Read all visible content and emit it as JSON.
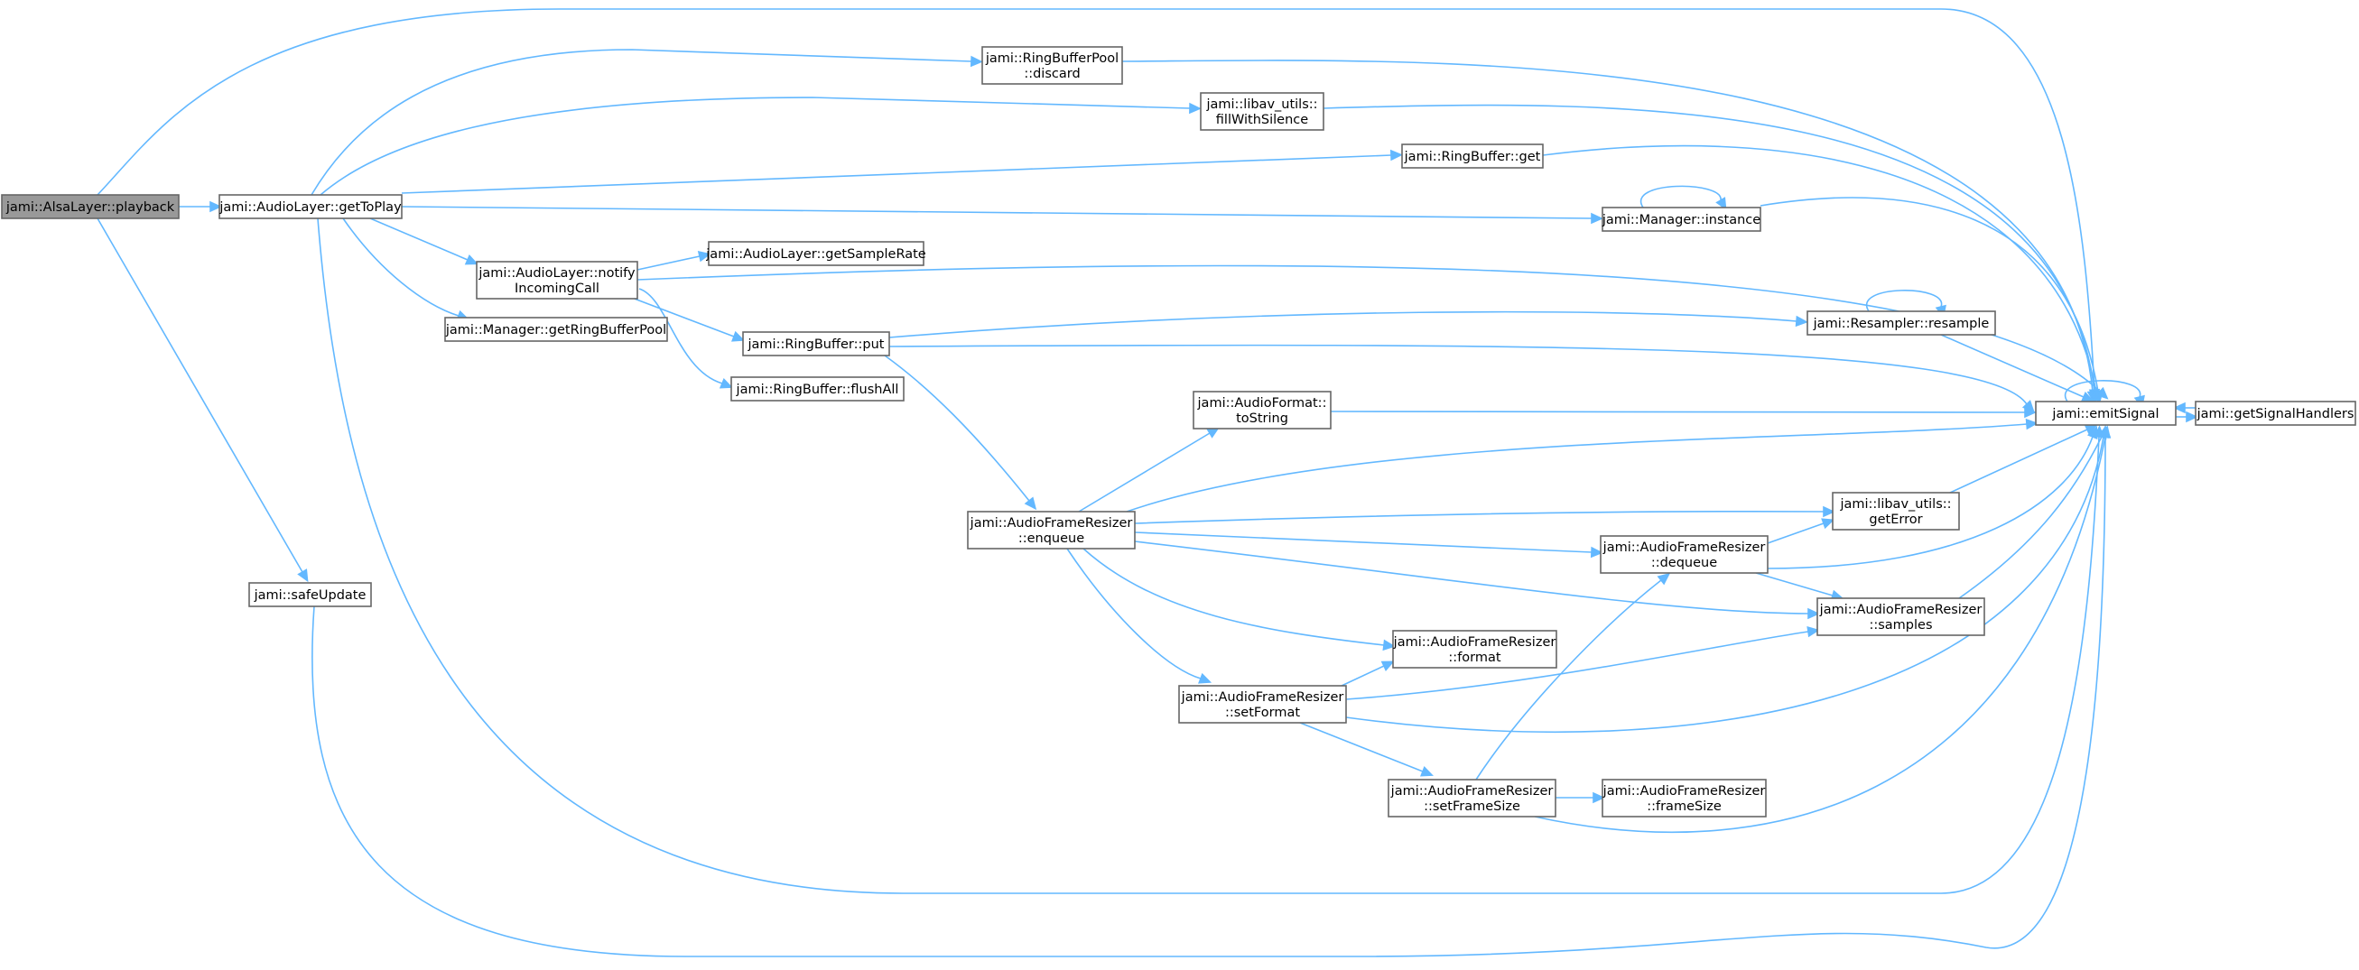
{
  "diagram": {
    "nodes": [
      {
        "id": "playback",
        "lines": [
          "jami::AlsaLayer::playback"
        ],
        "root": true
      },
      {
        "id": "getToPlay",
        "lines": [
          "jami::AudioLayer::getToPlay"
        ]
      },
      {
        "id": "safeUpdate",
        "lines": [
          "jami::safeUpdate"
        ]
      },
      {
        "id": "discard",
        "lines": [
          "jami::RingBufferPool",
          "::discard"
        ]
      },
      {
        "id": "fillWithSilence",
        "lines": [
          "jami::libav_utils::",
          "fillWithSilence"
        ]
      },
      {
        "id": "rbGet",
        "lines": [
          "jami::RingBuffer::get"
        ]
      },
      {
        "id": "instance",
        "lines": [
          "jami::Manager::instance"
        ]
      },
      {
        "id": "notifyIncomingCall",
        "lines": [
          "jami::AudioLayer::notify",
          "IncomingCall"
        ]
      },
      {
        "id": "getSampleRate",
        "lines": [
          "jami::AudioLayer::getSampleRate"
        ]
      },
      {
        "id": "getRingBufferPool",
        "lines": [
          "jami::Manager::getRingBufferPool"
        ]
      },
      {
        "id": "rbPut",
        "lines": [
          "jami::RingBuffer::put"
        ]
      },
      {
        "id": "flushAll",
        "lines": [
          "jami::RingBuffer::flushAll"
        ]
      },
      {
        "id": "resample",
        "lines": [
          "jami::Resampler::resample"
        ]
      },
      {
        "id": "toString",
        "lines": [
          "jami::AudioFormat::",
          "toString"
        ]
      },
      {
        "id": "emitSignal",
        "lines": [
          "jami::emitSignal"
        ]
      },
      {
        "id": "getSignalHandlers",
        "lines": [
          "jami::getSignalHandlers"
        ]
      },
      {
        "id": "enqueue",
        "lines": [
          "jami::AudioFrameResizer",
          "::enqueue"
        ]
      },
      {
        "id": "getError",
        "lines": [
          "jami::libav_utils::",
          "getError"
        ]
      },
      {
        "id": "dequeue",
        "lines": [
          "jami::AudioFrameResizer",
          "::dequeue"
        ]
      },
      {
        "id": "samples",
        "lines": [
          "jami::AudioFrameResizer",
          "::samples"
        ]
      },
      {
        "id": "format",
        "lines": [
          "jami::AudioFrameResizer",
          "::format"
        ]
      },
      {
        "id": "setFormat",
        "lines": [
          "jami::AudioFrameResizer",
          "::setFormat"
        ]
      },
      {
        "id": "setFrameSize",
        "lines": [
          "jami::AudioFrameResizer",
          "::setFrameSize"
        ]
      },
      {
        "id": "frameSize",
        "lines": [
          "jami::AudioFrameResizer",
          "::frameSize"
        ]
      }
    ],
    "edges": [
      {
        "from": "playback",
        "to": "getToPlay"
      },
      {
        "from": "playback",
        "to": "emitSignal"
      },
      {
        "from": "playback",
        "to": "safeUpdate"
      },
      {
        "from": "getToPlay",
        "to": "discard"
      },
      {
        "from": "getToPlay",
        "to": "fillWithSilence"
      },
      {
        "from": "getToPlay",
        "to": "rbGet"
      },
      {
        "from": "getToPlay",
        "to": "instance"
      },
      {
        "from": "getToPlay",
        "to": "notifyIncomingCall"
      },
      {
        "from": "getToPlay",
        "to": "getRingBufferPool"
      },
      {
        "from": "getToPlay",
        "to": "emitSignal"
      },
      {
        "from": "safeUpdate",
        "to": "emitSignal"
      },
      {
        "from": "discard",
        "to": "emitSignal"
      },
      {
        "from": "fillWithSilence",
        "to": "emitSignal"
      },
      {
        "from": "rbGet",
        "to": "emitSignal"
      },
      {
        "from": "instance",
        "to": "instance"
      },
      {
        "from": "instance",
        "to": "emitSignal"
      },
      {
        "from": "notifyIncomingCall",
        "to": "getSampleRate"
      },
      {
        "from": "notifyIncomingCall",
        "to": "rbPut"
      },
      {
        "from": "notifyIncomingCall",
        "to": "flushAll"
      },
      {
        "from": "notifyIncomingCall",
        "to": "emitSignal"
      },
      {
        "from": "rbPut",
        "to": "resample"
      },
      {
        "from": "rbPut",
        "to": "emitSignal"
      },
      {
        "from": "rbPut",
        "to": "enqueue"
      },
      {
        "from": "resample",
        "to": "resample"
      },
      {
        "from": "resample",
        "to": "emitSignal"
      },
      {
        "from": "toString",
        "to": "emitSignal"
      },
      {
        "from": "emitSignal",
        "to": "emitSignal"
      },
      {
        "from": "emitSignal",
        "to": "getSignalHandlers"
      },
      {
        "from": "getSignalHandlers",
        "to": "emitSignal"
      },
      {
        "from": "enqueue",
        "to": "toString"
      },
      {
        "from": "enqueue",
        "to": "emitSignal"
      },
      {
        "from": "enqueue",
        "to": "getError"
      },
      {
        "from": "enqueue",
        "to": "dequeue"
      },
      {
        "from": "enqueue",
        "to": "samples"
      },
      {
        "from": "enqueue",
        "to": "format"
      },
      {
        "from": "enqueue",
        "to": "setFormat"
      },
      {
        "from": "getError",
        "to": "emitSignal"
      },
      {
        "from": "dequeue",
        "to": "getError"
      },
      {
        "from": "dequeue",
        "to": "samples"
      },
      {
        "from": "dequeue",
        "to": "emitSignal"
      },
      {
        "from": "samples",
        "to": "emitSignal"
      },
      {
        "from": "setFormat",
        "to": "format"
      },
      {
        "from": "setFormat",
        "to": "samples"
      },
      {
        "from": "setFormat",
        "to": "emitSignal"
      },
      {
        "from": "setFormat",
        "to": "setFrameSize"
      },
      {
        "from": "setFrameSize",
        "to": "dequeue"
      },
      {
        "from": "setFrameSize",
        "to": "frameSize"
      },
      {
        "from": "setFrameSize",
        "to": "emitSignal"
      }
    ]
  }
}
